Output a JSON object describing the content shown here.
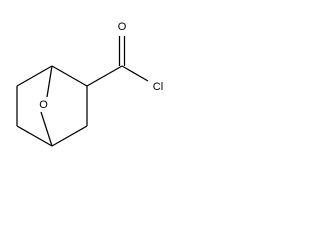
{
  "molecule": {
    "atoms": {
      "bridge_oxygen": "O",
      "carbonyl_oxygen": "O",
      "chlorine": "Cl"
    }
  },
  "colors": {
    "background": "#ffffff",
    "ink": "#000000"
  }
}
